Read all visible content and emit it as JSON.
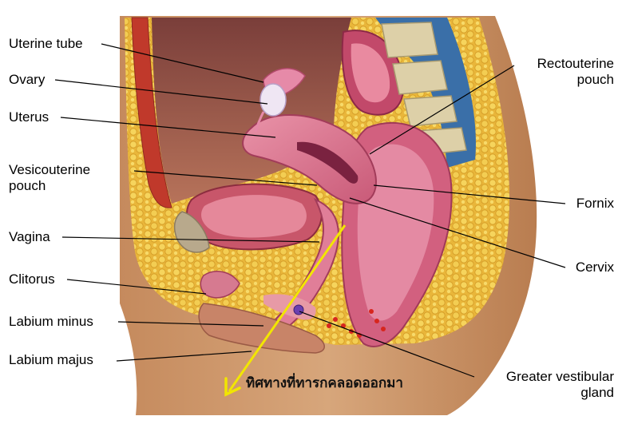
{
  "labels_left": {
    "uterine_tube": "Uterine tube",
    "ovary": "Ovary",
    "uterus": "Uterus",
    "vesicouterine_pouch_line1": "Vesicouterine",
    "vesicouterine_pouch_line2": "pouch",
    "vagina": "Vagina",
    "clitorus": "Clitorus",
    "labium_minus": "Labium minus",
    "labium_majus": "Labium majus"
  },
  "labels_right": {
    "rectouterine_pouch_line1": "Rectouterine",
    "rectouterine_pouch_line2": "pouch",
    "fornix": "Fornix",
    "cervix": "Cervix",
    "greater_vestibular_gland_line1": "Greater vestibular",
    "greater_vestibular_gland_line2": "gland"
  },
  "annotation": {
    "direction_text": "ทิศทางที่ทารกคลอดออกมา",
    "arrow_color": "#f2e600"
  },
  "colors": {
    "skin": "#c9966a",
    "fat": "#eec24a",
    "uterus": "#d9708a",
    "bladder": "#c8566a",
    "vertebra": "#ddd0a8",
    "leader_line": "#000000"
  }
}
